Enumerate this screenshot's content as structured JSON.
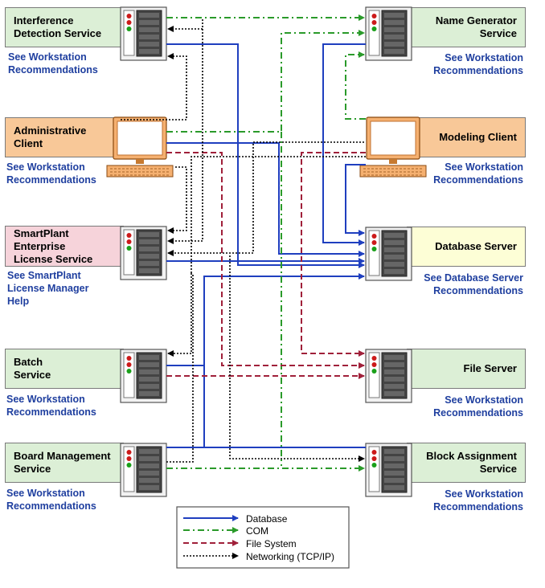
{
  "nodes": {
    "interference": {
      "label": "Interference\nDetection Service",
      "link": "See Workstation\nRecommendations",
      "icon": "server-icon"
    },
    "admin": {
      "label": "Administrative\nClient",
      "link": "See Workstation\nRecommendations",
      "icon": "workstation-icon"
    },
    "license": {
      "label": "SmartPlant\nEnterprise\nLicense Service",
      "link": "See SmartPlant\nLicense Manager\nHelp",
      "icon": "server-icon"
    },
    "batch": {
      "label": "Batch\nService",
      "link": "See Workstation\nRecommendations",
      "icon": "server-icon"
    },
    "board": {
      "label": "Board Management\nService",
      "link": "See Workstation\nRecommendations",
      "icon": "server-icon"
    },
    "namegen": {
      "label": "Name Generator\nService",
      "link": "See Workstation\nRecommendations",
      "icon": "server-icon"
    },
    "modeling": {
      "label": "Modeling Client",
      "link": "See Workstation\nRecommendations",
      "icon": "workstation-icon"
    },
    "database": {
      "label": "Database  Server",
      "link": "See Database Server\nRecommendations",
      "icon": "server-icon"
    },
    "file": {
      "label": "File Server",
      "link": "See Workstation\nRecommendations",
      "icon": "server-icon"
    },
    "block": {
      "label": "Block Assignment\nService",
      "link": "See Workstation\nRecommendations",
      "icon": "server-icon"
    }
  },
  "legend": {
    "database": "Database",
    "com": "COM",
    "filesystem": "File System",
    "networking": "Networking (TCP/IP)"
  },
  "colors": {
    "database": "#1f3fbf",
    "com": "#2a9a2a",
    "filesystem": "#a0203a",
    "networking": "#000000",
    "link": "#1f3f9f"
  }
}
